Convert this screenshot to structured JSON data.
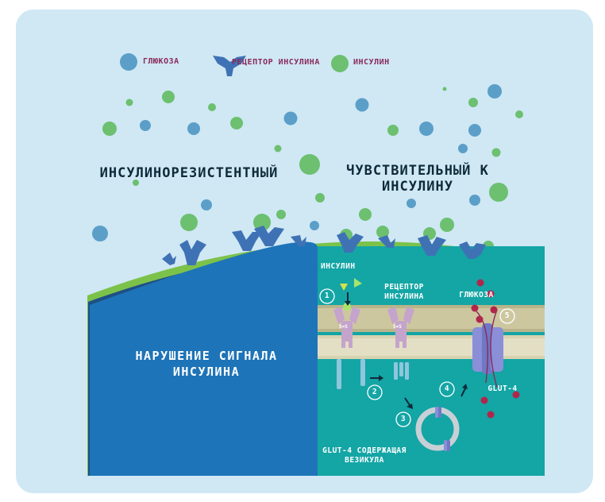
{
  "legend": {
    "glucose": "ГЛЮКОЗА",
    "receptor": "РЕЦЕПТОР ИНСУЛИНА",
    "insulin": "ИНСУЛИН"
  },
  "titles": {
    "left": "ИНСУЛИНОРЕЗИСТЕНТНЫЙ",
    "right_line1": "ЧУВСТВИТЕЛЬНЫЙ К",
    "right_line2": "ИНСУЛИНУ"
  },
  "left_panel": {
    "line1": "НАРУШЕНИЕ СИГНАЛА",
    "line2": "ИНСУЛИНА"
  },
  "right_panel": {
    "insulin": "ИНСУЛИН",
    "receptor_line1": "РЕЦЕПТОР",
    "receptor_line2": "ИНСУЛИНА",
    "glucose": "ГЛЮКОЗА",
    "glut4": "GLUT-4",
    "vesicle_line1": "GLUT-4 СОДЕРЖАЩАЯ",
    "vesicle_line2": "ВЕЗИКУЛА",
    "steps": [
      "1",
      "2",
      "3",
      "4",
      "5"
    ],
    "ss": "S=S"
  },
  "colors": {
    "background": "#cfe8f4",
    "glucose": "#5b9fc9",
    "insulin": "#6cc070",
    "receptor": "#3f72b5",
    "left_cell": "#1e74b8",
    "right_cell": "#14a5a5",
    "membrane": "#7cc24a",
    "legend_text": "#8a2a5a"
  }
}
